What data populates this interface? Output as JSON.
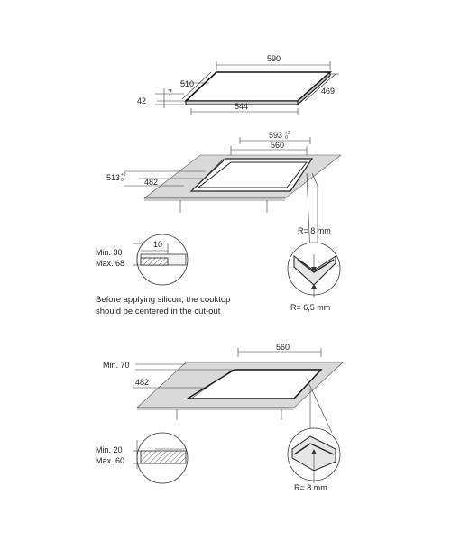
{
  "top_view": {
    "width": "590",
    "depth": "510",
    "height_total": "42",
    "thickness": "7",
    "inner_width": "544",
    "inner_depth": "469"
  },
  "cutout_flush": {
    "width": "593",
    "width_tolerance_plus": "+2",
    "width_tolerance_minus": "0",
    "inner_width": "560",
    "depth": "513",
    "depth_tolerance_plus": "+2",
    "depth_tolerance_minus": "0",
    "inner_depth": "482",
    "corner_radius_outer": "R= 8 mm",
    "corner_radius_inner": "R= 6,5 mm",
    "step_depth": "10",
    "thickness_min": "Min. 30",
    "thickness_max": "Max. 68",
    "note_line1": "Before applying silicon, the cooktop",
    "note_line2": "should be centered in the cut-out"
  },
  "cutout_standard": {
    "width": "560",
    "depth": "482",
    "front_margin": "Min. 70",
    "corner_radius": "R= 8 mm",
    "thickness_min": "Min. 20",
    "thickness_max": "Max. 60"
  }
}
